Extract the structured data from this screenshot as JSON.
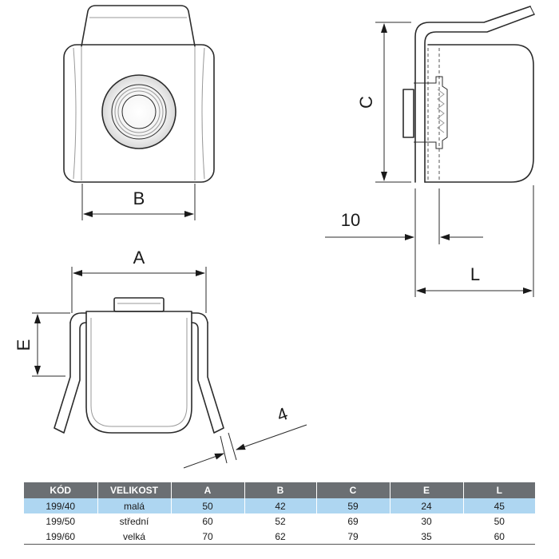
{
  "dimension_labels": {
    "A": "A",
    "B": "B",
    "C": "C",
    "E": "E",
    "L": "L",
    "ten": "10",
    "four": "4"
  },
  "table": {
    "headers": [
      "KÓD",
      "VELIKOST",
      "A",
      "B",
      "C",
      "E",
      "L"
    ],
    "rows": [
      [
        "199/40",
        "malá",
        "50",
        "42",
        "59",
        "24",
        "45"
      ],
      [
        "199/50",
        "střední",
        "60",
        "52",
        "69",
        "30",
        "50"
      ],
      [
        "199/60",
        "velká",
        "70",
        "62",
        "79",
        "35",
        "60"
      ]
    ],
    "highlight_row": 0,
    "header_color": "#6b6f73",
    "highlight_color": "#aed6f1"
  }
}
